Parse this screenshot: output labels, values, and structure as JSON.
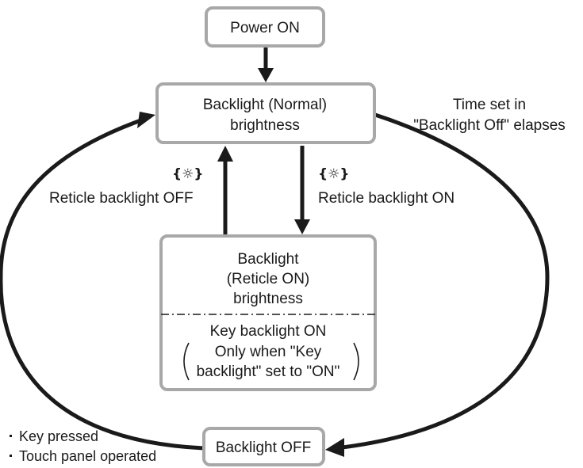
{
  "nodes": {
    "power_on": "Power ON",
    "normal": {
      "line1": "Backlight (Normal)",
      "line2": "brightness"
    },
    "reticle_on": {
      "line1": "Backlight",
      "line2": "(Reticle ON)",
      "line3": "brightness"
    },
    "key_backlight": {
      "line1": "Key backlight ON",
      "line2": "Only when \"Key",
      "line3": "backlight\" set to \"ON\""
    },
    "backlight_off": "Backlight OFF"
  },
  "transitions": {
    "timeout": {
      "line1": "Time set in",
      "line2": "\"Backlight Off\" elapses"
    },
    "reticle_off": {
      "symbol": "{☼}",
      "label": "Reticle backlight OFF"
    },
    "reticle_on": {
      "symbol": "{☼}",
      "label": "Reticle backlight ON"
    },
    "wake": {
      "item1": "Key pressed",
      "item2": "Touch panel operated"
    }
  }
}
